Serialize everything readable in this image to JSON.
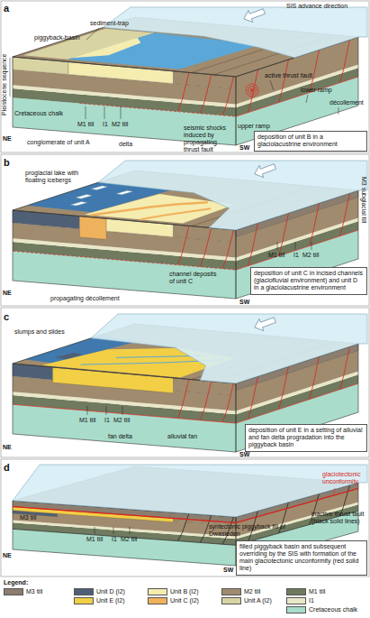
{
  "diagram": {
    "nodes": [
      {
        "text": [
          "deposition of unit B in a glaciolacustrine environment"
        ]
      },
      {
        "text": [
          "deposition of unit C in incised channels (glaciofluvial environment) and unit D in a glaciolacustrine environment"
        ]
      },
      {
        "text": [
          "deposition of unit E in a setting of alluvial and fan delta progradation into the piggyback basin"
        ]
      },
      {
        "text": [
          "filled piggyback basin and subsequent overriding by the SIS with formation of the main glaciotectonic unconformity (red solid line)"
        ]
      }
    ],
    "labels": [
      "a",
      "SIS advance direction",
      "sediment-trap",
      "piggyback-basin",
      "Pleistocene sequence",
      "Cretaceous chalk",
      "NE",
      "conglomerate of unit A",
      "M1 till",
      "I1",
      "M2 till",
      "delta",
      "seismic shocks induced by propagating thrust fault",
      "active thrust fault",
      "lower ramp",
      "décollement",
      "upper ramp",
      "SW",
      "b",
      "proglacial lake with floating icebergs",
      "M3 subglacial till",
      "M1 till",
      "I1",
      "M2 till",
      "NE",
      "channel deposits of unit C",
      "propagating décollement",
      "SW",
      "c",
      "slumps and slides",
      "M1 till",
      "I1",
      "M2 till",
      "fan delta",
      "alluvial fan",
      "NE",
      "SW",
      "d",
      "glaciotectonic unconformity",
      "M3 till",
      "inactive thrust fault (black solid lines)",
      "M1 till",
      "I1",
      "M2 till",
      "syntectonic piggyback fill of Dwasieden",
      "NE",
      "SW",
      "Legend:"
    ],
    "legend": [
      {
        "text": "M3 till",
        "color": "#8b7e6f"
      },
      {
        "text": "Unit D (I2)",
        "color": "#4f6076"
      },
      {
        "text": "Unit B (I2)",
        "color": "#f5ecb0"
      },
      {
        "text": "M2 till",
        "color": "#a08b6e"
      },
      {
        "text": "M1 till",
        "color": "#6f7a5e"
      },
      {
        "text": "Unit E (I2)",
        "color": "#f2cf45"
      },
      {
        "text": "Unit C (I2)",
        "color": "#efb25c"
      },
      {
        "text": "Unit A (I2)",
        "color": "#d9d4a3"
      },
      {
        "text": "I1",
        "color": "#e9e7c8"
      },
      {
        "text": "Cretaceous chalk",
        "color": "#a9dccb"
      }
    ]
  }
}
